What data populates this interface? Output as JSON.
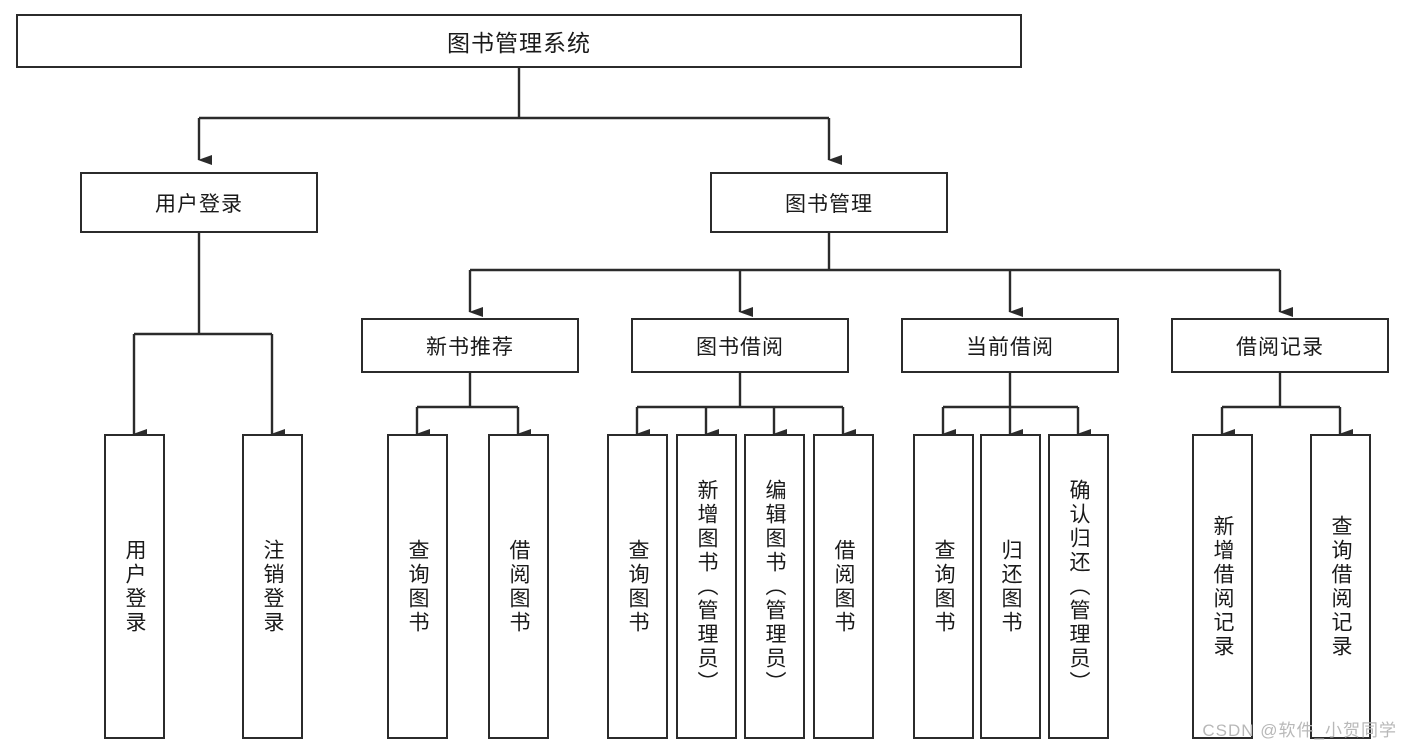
{
  "diagram": {
    "title": "图书管理系统",
    "type": "tree",
    "stroke_color": "#2b2b2b",
    "fill_color": "#ffffff",
    "text_color": "#1a1a1a"
  },
  "nodes": {
    "root": {
      "label": "图书管理系统"
    },
    "level1": [
      {
        "id": "user-login",
        "label": "用户登录"
      },
      {
        "id": "book-manage",
        "label": "图书管理"
      }
    ],
    "level2": [
      {
        "id": "new-book-recommend",
        "label": "新书推荐"
      },
      {
        "id": "book-borrow",
        "label": "图书借阅"
      },
      {
        "id": "current-borrow",
        "label": "当前借阅"
      },
      {
        "id": "borrow-record",
        "label": "借阅记录"
      }
    ],
    "leaves": {
      "user_login": [
        {
          "id": "leaf-user-login",
          "label": "用户登录"
        },
        {
          "id": "leaf-logout-login",
          "label": "注销登录"
        }
      ],
      "new_book_recommend": [
        {
          "id": "leaf-query-book-1",
          "label": "查询图书"
        },
        {
          "id": "leaf-borrow-book-1",
          "label": "借阅图书"
        }
      ],
      "book_borrow": [
        {
          "id": "leaf-query-book-2",
          "label": "查询图书"
        },
        {
          "id": "leaf-add-book",
          "label": "新增图书（管理员）"
        },
        {
          "id": "leaf-edit-book",
          "label": "编辑图书（管理员）"
        },
        {
          "id": "leaf-borrow-book-2",
          "label": "借阅图书"
        }
      ],
      "current_borrow": [
        {
          "id": "leaf-query-book-3",
          "label": "查询图书"
        },
        {
          "id": "leaf-return-book",
          "label": "归还图书"
        },
        {
          "id": "leaf-confirm-return",
          "label": "确认归还（管理员）"
        }
      ],
      "borrow_record": [
        {
          "id": "leaf-add-record",
          "label": "新增借阅记录"
        },
        {
          "id": "leaf-query-record",
          "label": "查询借阅记录"
        }
      ]
    }
  },
  "watermark": {
    "text": "CSDN @软件_小贺同学"
  }
}
